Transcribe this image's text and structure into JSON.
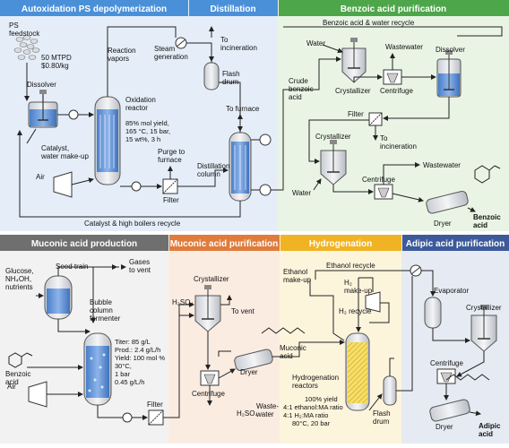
{
  "palette": {
    "blue_header": "#4a90d9",
    "blue_panel": "#e5eef8",
    "green_header": "#4ea64a",
    "green_panel": "#e9f4e5",
    "gray_header": "#6f6f6f",
    "orange_header": "#e07c3b",
    "orange_panel": "#fbece2",
    "yellow_header": "#f0b323",
    "yellow_panel": "#fdf4dc",
    "navy_header": "#3c5a9a",
    "navy_panel": "#e6eaf3",
    "vessel_blue": "#5b8ed6",
    "line": "#222222"
  },
  "sections": {
    "autoxidation": "Autoxidation PS depolymerization",
    "distillation": "Distillation",
    "benzoic_purification": "Benzoic acid purification",
    "muconic_production": "Muconic acid production",
    "muconic_purification": "Muconic acid purification",
    "hydrogenation": "Hydrogenation",
    "adipic_purification": "Adipic acid purification"
  },
  "top": {
    "ps_feedstock": [
      "PS",
      "feedstock"
    ],
    "feed_rate": [
      "50 MTPD",
      "$0.80/kg"
    ],
    "dissolver": "Dissolver",
    "catalyst_makeup": [
      "Catalyst,",
      "water make-up"
    ],
    "air": "Air",
    "reaction_vapors": [
      "Reaction",
      "vapors"
    ],
    "steam_generation": [
      "Steam",
      "generation"
    ],
    "oxidation_reactor": [
      "Oxidation",
      "reactor"
    ],
    "reactor_conditions": [
      "85% mol yield,",
      "165 °C, 15 bar,",
      "15 wt%, 3 h"
    ],
    "to_incineration_1": [
      "To",
      "incineration"
    ],
    "flash_drum": [
      "Flash",
      "drum"
    ],
    "to_furnace": "To furnace",
    "purge_to_furnace": [
      "Purge to",
      "furnace"
    ],
    "distillation_column": [
      "Distillation",
      "column"
    ],
    "filter": "Filter",
    "recycle_bottom": "Catalyst & high boilers recycle",
    "benzoic_water_recycle": "Benzoic acid & water recycle",
    "water_1": "Water",
    "wastewater_1": "Wastewater",
    "dissolver_2": "Dissolver",
    "crude_benzoic": [
      "Crude",
      "benzoic",
      "acid"
    ],
    "crystallizer_1": "Crystallizer",
    "centrifuge_1": "Centrifuge",
    "filter_2": "Filter",
    "to_incineration_2": [
      "To",
      "incineration"
    ],
    "crystallizer_2": "Crystallizer",
    "wastewater_2": "Wastewater",
    "water_2": "Water",
    "centrifuge_2": "Centrifuge",
    "dryer_1": "Dryer",
    "benzoic_acid": [
      "Benzoic",
      "acid"
    ]
  },
  "bottom": {
    "seed_train": "Seed train",
    "gases_to_vent": [
      "Gases",
      "to vent"
    ],
    "feeds": [
      "Glucose,",
      "NH₄OH,",
      "nutrients"
    ],
    "bubble_column": [
      "Bubble",
      "column",
      "fermenter"
    ],
    "benzoic_acid": [
      "Benzoic",
      "acid"
    ],
    "fermenter_conditions": [
      "Titer: 85 g/L",
      "Prod.: 2.4 g/L/h",
      "Yield: 100 mol %",
      "",
      "30°C,",
      "1 bar",
      "0.45 g/L/h"
    ],
    "air": "Air",
    "filter": "Filter",
    "h2so4_in": "H₂SO₄",
    "crystallizer": "Crystallizer",
    "to_vent": "To vent",
    "centrifuge": "Centrifuge",
    "dryer": "Dryer",
    "h2so4_out": "H₂SO₄",
    "wastewater": [
      "Waste-",
      "water"
    ],
    "muconic_acid": [
      "Muconic",
      "acid"
    ],
    "ethanol_makeup": [
      "Ethanol",
      "make-up"
    ],
    "ethanol_recycle": "Ethanol recycle",
    "h2_makeup": [
      "H₂",
      "make-up"
    ],
    "h2_recycle": "H₂ recycle",
    "hydrogenation_reactors": [
      "Hydrogenation",
      "reactors"
    ],
    "hydrogenation_conditions": [
      "100% yield",
      "4:1 ethanol:MA ratio",
      "4:1 H₂:MA ratio",
      "80°C, 20 bar"
    ],
    "flash_drum": [
      "Flash",
      "drum"
    ],
    "evaporator": "Evaporator",
    "crystallizer_2": "Crystallizer",
    "centrifuge_2": "Centrifuge",
    "dryer_2": "Dryer",
    "adipic_acid": [
      "Adipic",
      "acid"
    ]
  }
}
